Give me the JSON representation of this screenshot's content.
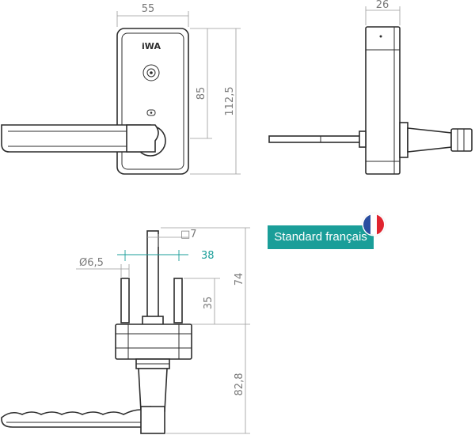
{
  "dimensions": {
    "front_width": "55",
    "front_height_inner": "85",
    "front_height_total": "112,5",
    "side_width": "26",
    "square_spindle": "□7",
    "rod_diameter": "Ø6,5",
    "rod_spacing": "38",
    "rod_length": "35",
    "total_height_top": "74",
    "handle_height": "82,8"
  },
  "logo_text": "iWA",
  "badge": {
    "label": "Standard français"
  },
  "colors": {
    "accent": "#1a9e99",
    "flag_blue": "#2a4ea0",
    "flag_white": "#ffffff",
    "flag_red": "#e0242f"
  },
  "icons": [
    "key-cylinder-icon",
    "french-flag-icon"
  ]
}
